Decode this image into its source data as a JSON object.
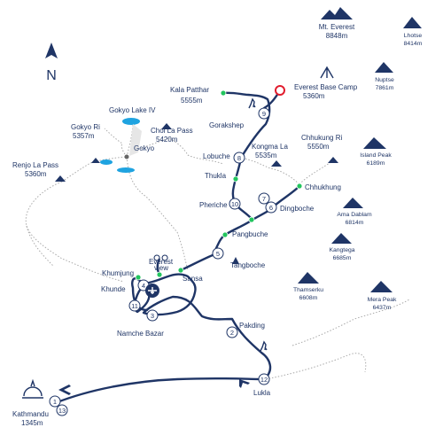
{
  "colors": {
    "route": "#1f3566",
    "trail": "#a9a9a9",
    "stop": "#22c55e",
    "lake": "#1fa3e0",
    "end": "#e11d2e"
  },
  "compass": {
    "label": "N"
  },
  "places": {
    "everest_base_camp": {
      "name": "Everest Base Camp",
      "elev": "5360m"
    },
    "kala_patthar": {
      "name": "Kala Patthar",
      "elev": "5555m"
    },
    "gorakshep": {
      "name": "Gorakshep"
    },
    "lobuche": {
      "name": "Lobuche"
    },
    "kongma_la": {
      "name": "Kongma La",
      "elev": "5535m"
    },
    "chhukung_ri": {
      "name": "Chhukung Ri",
      "elev": "5550m"
    },
    "thukla": {
      "name": "Thukla"
    },
    "chhukhung": {
      "name": "Chhukhung"
    },
    "dingboche": {
      "name": "Dingboche"
    },
    "pheriche": {
      "name": "Pheriche"
    },
    "pangbuche": {
      "name": "Pangbuche"
    },
    "tangboche": {
      "name": "Tangboche"
    },
    "everest_view": {
      "name_line1": "Everest",
      "name_line2": "view"
    },
    "khumjung": {
      "name": "Khumjung"
    },
    "khunde": {
      "name": "Khunde"
    },
    "sansa": {
      "name": "Sansa"
    },
    "namche_bazar": {
      "name": "Namche Bazar"
    },
    "pakding": {
      "name": "Pakding"
    },
    "lukla": {
      "name": "Lukla"
    },
    "kathmandu": {
      "name": "Kathmandu",
      "elev": "1345m"
    },
    "gokyo_lake": {
      "name": "Gokyo Lake IV"
    },
    "gokyo_ri": {
      "name": "Gokyo Ri",
      "elev": "5357m"
    },
    "gokyo": {
      "name": "Gokyo"
    },
    "chol_la": {
      "name": "Chol La Pass",
      "elev": "5420m"
    },
    "renjo_la": {
      "name": "Renjo La Pass",
      "elev": "5360m"
    }
  },
  "peaks": {
    "everest": {
      "name": "Mt. Everest",
      "elev": "8848m"
    },
    "lhotse": {
      "name": "Lhotse",
      "elev": "8414m"
    },
    "nuptse": {
      "name": "Nuptse",
      "elev": "7861m"
    },
    "island_peak": {
      "name": "Island Peak",
      "elev": "6189m"
    },
    "ama_dablam": {
      "name": "Ama Dablam",
      "elev": "6814m"
    },
    "kangtega": {
      "name": "Kangtega",
      "elev": "6685m"
    },
    "thamserku": {
      "name": "Thamserku",
      "elev": "6608m"
    },
    "mera_peak": {
      "name": "Mera Peak",
      "elev": "6437m"
    }
  },
  "stages": [
    "1",
    "2",
    "3",
    "4",
    "5",
    "6",
    "7",
    "8",
    "9",
    "10",
    "11",
    "12",
    "13"
  ]
}
